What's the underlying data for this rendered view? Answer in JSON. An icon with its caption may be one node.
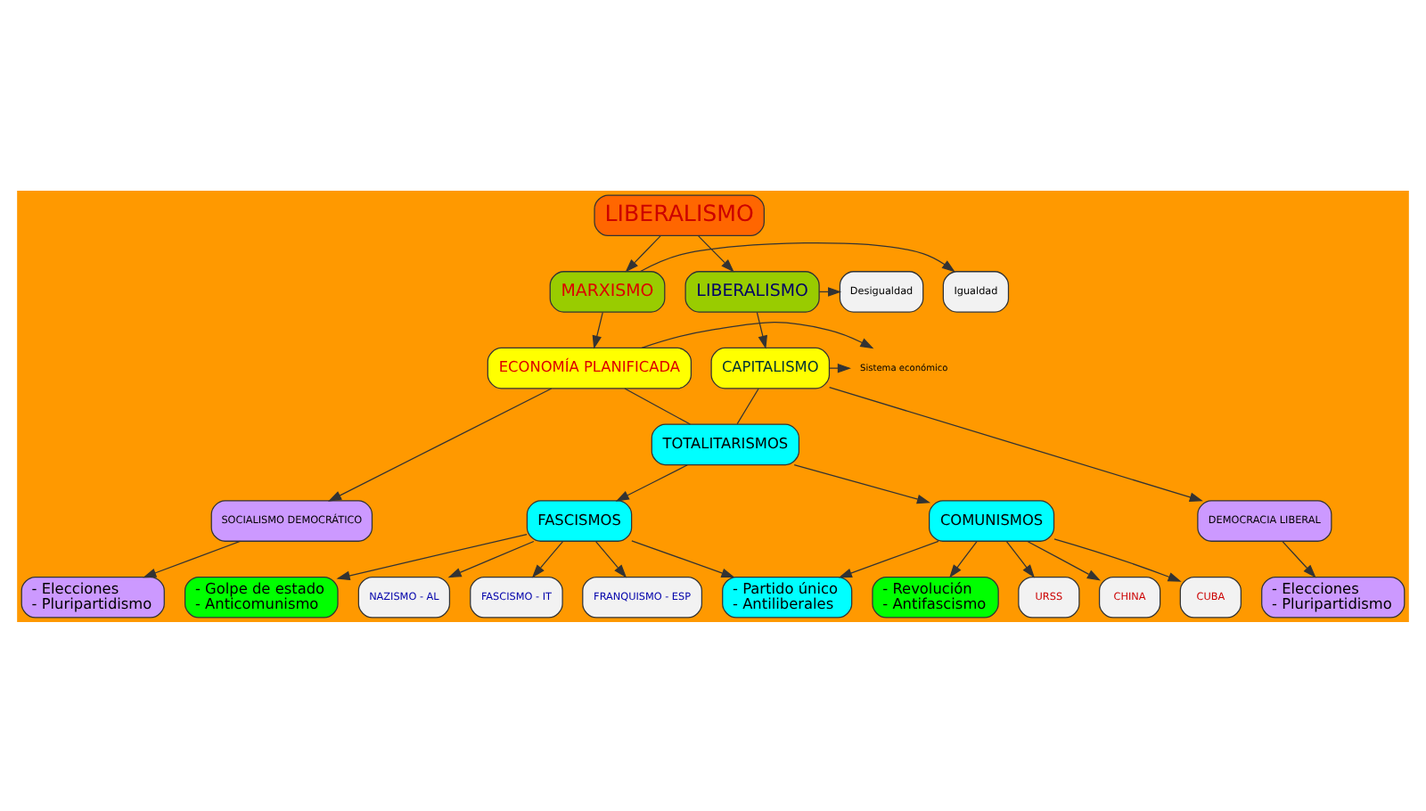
{
  "diagram": {
    "nodes": [
      {
        "text": [
          "LIBERALISMO"
        ]
      },
      {
        "text": [
          "LIBERALISMO"
        ]
      },
      {
        "text": [
          "Desigualdad"
        ]
      },
      {
        "text": [
          "Igualdad"
        ]
      },
      {
        "text": [
          "MARXISMO"
        ]
      },
      {
        "text": [
          "CAPITALISMO"
        ]
      },
      {
        "text": [
          "Sistema económico"
        ]
      },
      {
        "text": [
          "ECONOMÍA PLANIFICADA"
        ]
      },
      {
        "text": [
          "TOTALITARISMOS"
        ]
      },
      {
        "text": [
          "DEMOCRACIA LIBERAL"
        ]
      },
      {
        "text": [
          "NAZISMO - AL"
        ]
      },
      {
        "text": [
          "FASCISMOS"
        ]
      },
      {
        "text": [
          "COMUNISMOS"
        ]
      },
      {
        "text": [
          "URSS"
        ]
      },
      {
        "text": [
          "SOCIALISMO DEMOCRÁTICO"
        ]
      },
      {
        "text": [
          "FASCISMO - IT"
        ]
      },
      {
        "text": [
          "CHINA"
        ]
      },
      {
        "text": [
          "FRANQUISMO - ESP"
        ]
      },
      {
        "text": [
          "CUBA"
        ]
      },
      {
        "text": [
          "- Elecciones",
          "- Pluripartidismo"
        ]
      },
      {
        "text": [
          "- Elecciones",
          "- Pluripartidismo"
        ]
      },
      {
        "text": [
          "- Golpe de estado",
          "- Anticomunismo"
        ]
      },
      {
        "text": [
          "- Partido único",
          "- Antiliberales"
        ]
      },
      {
        "text": [
          "- Revolución",
          "- Antifascismo"
        ]
      }
    ],
    "edges": [
      {
        "from": 0,
        "to": 1,
        "arrow": "to"
      },
      {
        "from": 0,
        "to": 4,
        "arrow": "to"
      },
      {
        "from": 1,
        "to": 2,
        "arrow": "to"
      },
      {
        "from": 4,
        "to": 3,
        "arrow": "to"
      },
      {
        "from": 1,
        "to": 5,
        "arrow": "to"
      },
      {
        "from": 4,
        "to": 7,
        "arrow": "to"
      },
      {
        "from": 5,
        "to": 6,
        "arrow": "to"
      },
      {
        "from": 7,
        "to": 6,
        "arrow": "to"
      },
      {
        "from": 5,
        "to": 8,
        "arrow": "none"
      },
      {
        "from": 7,
        "to": 8,
        "arrow": "none"
      },
      {
        "from": 5,
        "to": 9,
        "arrow": "to"
      },
      {
        "from": 7,
        "to": 14,
        "arrow": "to"
      },
      {
        "from": 9,
        "to": 19,
        "arrow": "to"
      },
      {
        "from": 14,
        "to": 20,
        "arrow": "to"
      },
      {
        "from": 8,
        "to": 11,
        "arrow": "to"
      },
      {
        "from": 8,
        "to": 12,
        "arrow": "to"
      },
      {
        "from": 11,
        "to": 10,
        "arrow": "to"
      },
      {
        "from": 11,
        "to": 15,
        "arrow": "to"
      },
      {
        "from": 11,
        "to": 17,
        "arrow": "to"
      },
      {
        "from": 12,
        "to": 13,
        "arrow": "to"
      },
      {
        "from": 12,
        "to": 16,
        "arrow": "to"
      },
      {
        "from": 12,
        "to": 18,
        "arrow": "to"
      },
      {
        "from": 11,
        "to": 21,
        "arrow": "to"
      },
      {
        "from": 11,
        "to": 22,
        "arrow": "to"
      },
      {
        "from": 12,
        "to": 22,
        "arrow": "to"
      },
      {
        "from": 12,
        "to": 23,
        "arrow": "to"
      }
    ]
  }
}
